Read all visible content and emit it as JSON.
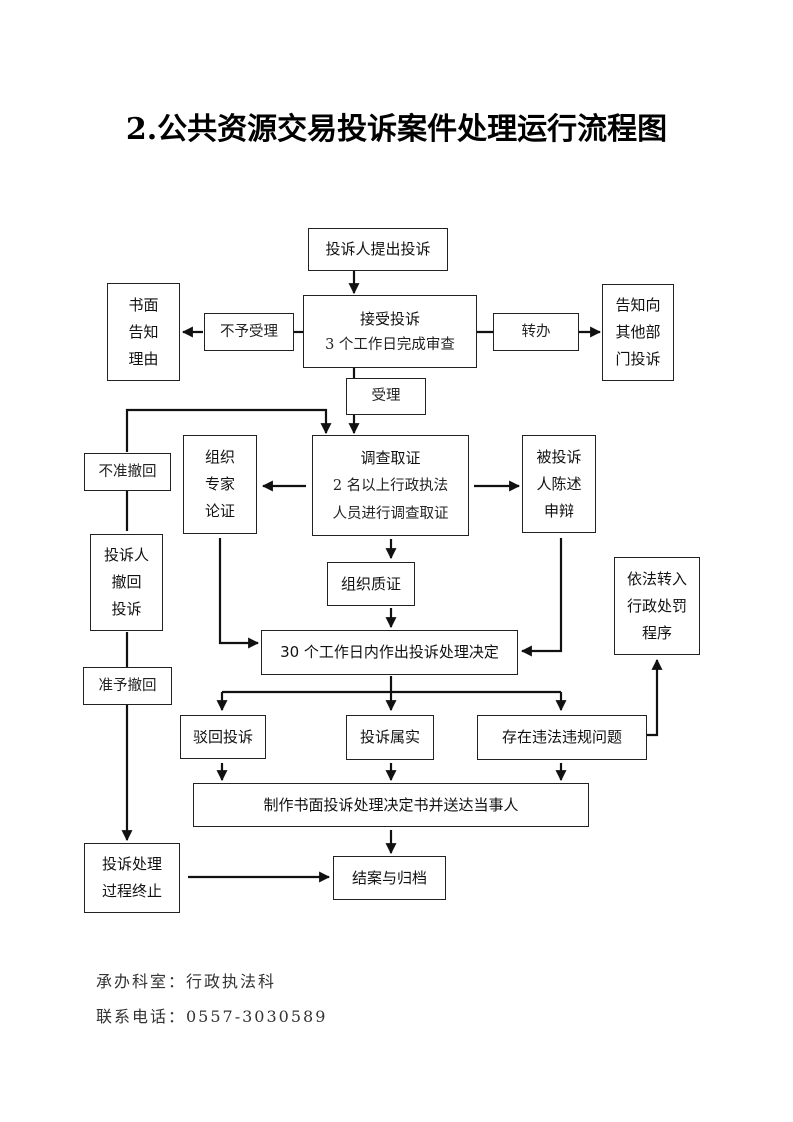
{
  "title": "2.公共资源交易投诉案件处理运行流程图",
  "nodes": {
    "submit": "投诉人提出投诉",
    "accept": {
      "line1": "接受投诉",
      "line2": "3 个工作日完成审查"
    },
    "reject_label": "不予受理",
    "written_notice": [
      "书面",
      "告知",
      "理由"
    ],
    "transfer_label": "转办",
    "notify_other": [
      "告知向",
      "其他部",
      "门投诉"
    ],
    "accepted_label": "受理",
    "investigate": {
      "line1": "调查取证",
      "line2": "2 名以上行政执法",
      "line3": "人员进行调查取证"
    },
    "expert": [
      "组织",
      "专家",
      "论证"
    ],
    "respondent": [
      "被投诉",
      "人陈述",
      "申辩"
    ],
    "not_allow_withdraw": "不准撤回",
    "withdraw": [
      "投诉人",
      "撤回",
      "投诉"
    ],
    "cross_exam": "组织质证",
    "decision": "30 个工作日内作出投诉处理决定",
    "allow_withdraw": "准予撤回",
    "penalty": [
      "依法转入",
      "行政处罚",
      "程序"
    ],
    "dismiss": "驳回投诉",
    "valid": "投诉属实",
    "violation": "存在违法违规问题",
    "written_decision": "制作书面投诉处理决定书并送达当事人",
    "terminate": [
      "投诉处理",
      "过程终止"
    ],
    "close": "结案与归档"
  },
  "footer": {
    "department": "承办科室：行政执法科",
    "phone": "联系电话：0557-3030589"
  }
}
